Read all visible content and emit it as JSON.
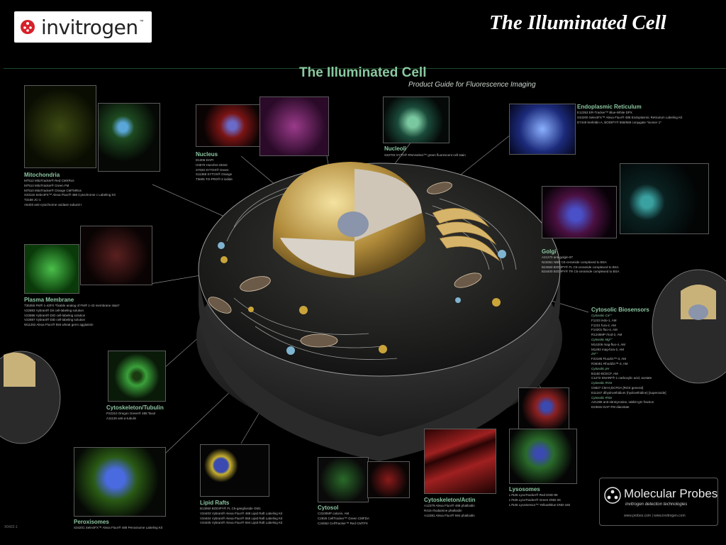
{
  "logo": {
    "text": "invitrogen",
    "tm": "™"
  },
  "slide_title": "The Illuminated Cell",
  "poster": {
    "title": "The Illuminated Cell",
    "subtitle": "Product Guide for Fluorescence Imaging"
  },
  "sections": {
    "mitochondria": {
      "title": "Mitochondria",
      "items": [
        "M7512  MitoTracker® Red CMXRos",
        "M7514  MitoTracker® Green FM",
        "M7510  MitoTracker® Orange CMTMRos",
        "S33115  SelectFX™ Alexa Fluor® 488 Cytochrome c Labeling Kit",
        "T3168  JC-1",
        "A6403  anti-cytochrome oxidase subunit I"
      ]
    },
    "nucleus": {
      "title": "Nucleus",
      "items": [
        "D1306  DAPI",
        "H3570  Hoechst 33342",
        "S7020  SYTOX® Green",
        "S11368  SYTOX® Orange",
        "T3605  TO-PRO®-3 iodide"
      ]
    },
    "nucleoli": {
      "title": "Nucleoli",
      "items": [
        "S32703  SYTO® RNASelect™ green fluorescent cell stain"
      ]
    },
    "er": {
      "title": "Endoplasmic Reticulum",
      "items": [
        "E12353  ER-Tracker™ Blue-White DPX",
        "S34200  SelectFX™ Alexa Fluor® 488 Endoplasmic Reticulum Labeling Kit",
        "D7449  brefeldin A, BODIPY® 558/568 conjugate *isomer 1*"
      ]
    },
    "plasma": {
      "title": "Plasma Membrane",
      "items": [
        "T35355  FM® 1-43FX *fixable analog of FM® 1-43 membrane stain*",
        "V22883  Vybrant® DiI cell-labeling solution",
        "V22886  Vybrant® DiO cell-labeling solution",
        "V22887  Vybrant® DiD cell-labeling solution",
        "W11262  Alexa Fluor® 594 wheat germ agglutinin"
      ]
    },
    "golgi": {
      "title": "Golgi",
      "items": [
        "A21270  anti-golgin-97",
        "N22651  NBD C6-ceramide complexed to BSA",
        "B22650  BODIPY® FL C5-ceramide complexed to BSA",
        "B34400  BODIPY® TR C5-ceramide complexed to BSA"
      ]
    },
    "cytosolic": {
      "title": "Cytosolic Biosensors",
      "groups": [
        {
          "name": "Cytosolic Ca²⁺",
          "items": [
            "F1223  indo-1, AM",
            "F1221  fura-2, AM",
            "F14201  fluo-4, AM",
            "R1245MP  rhod-2, AM"
          ]
        },
        {
          "name": "Cytosolic Mg²⁺",
          "items": [
            "M14206  mag-fluo-4, AM",
            "M1292  mag-fura-2, AM"
          ]
        },
        {
          "name": "Zn²⁺",
          "items": [
            "F24195  FluoZin™-3, AM",
            "R36351  RhodZin™-3, AM"
          ]
        },
        {
          "name": "Cytosolic pH",
          "items": [
            "B1150  BCECF, AM",
            "C1272  SNARF®-1 carboxylic acid, acetate"
          ]
        },
        {
          "name": "Cytosolic ROS",
          "items": [
            "C6827  CM-H₂DCFDA [ROS general]",
            "D11347  dihydroethidium (hydroethidine) [superoxide]"
          ]
        },
        {
          "name": "Cytosolic RNS",
          "items": [
            "A21285  anti-nitrotyrosine, rabbit IgG fraction",
            "D23842  DAF-FM diacetate"
          ]
        }
      ]
    },
    "tubulin": {
      "title": "Cytoskeleton/Tubulin",
      "items": [
        "P22310  Oregon Green® 488 Taxol",
        "A11126  anti-α-tubulin"
      ]
    },
    "peroxisomes": {
      "title": "Peroxisomes",
      "items": [
        "S34201  SelectFX™ Alexa Fluor® 488 Peroxisome Labeling Kit"
      ]
    },
    "rafts": {
      "title": "Lipid Rafts",
      "items": [
        "B13950  BODIPY® FL C5-ganglioside GM1",
        "V34403  Vybrant® Alexa Fluor® 488 Lipid Raft Labeling Kit",
        "V34404  Vybrant® Alexa Fluor® 555 Lipid Raft Labeling Kit",
        "V34405  Vybrant® Alexa Fluor® 594 Lipid Raft Labeling Kit"
      ]
    },
    "cytosol": {
      "title": "Cytosol",
      "items": [
        "C3100MP  calcein, AM",
        "C2925  CellTracker™ Green CMFDA",
        "C34552  CellTracker™ Red CMTPX"
      ]
    },
    "actin": {
      "title": "Cytoskeleton/Actin",
      "items": [
        "A12379  Alexa Fluor® 488 phalloidin",
        "R415  rhodamine phalloidin",
        "A12381  Alexa Fluor® 594 phalloidin"
      ]
    },
    "lysosomes": {
      "title": "Lysosomes",
      "items": [
        "L7528  LysoTracker® Red DND-99",
        "L7526  LysoTracker® Green DND-26",
        "L7545  LysoSensor™ Yellow/Blue DND-160"
      ]
    }
  },
  "molecular_probes": {
    "name": "Molecular Probes",
    "tagline": "invitrogen detection technologies",
    "urls": "www.probes.com  |  www.invitrogen.com"
  },
  "footer_code": "X0422-1"
}
